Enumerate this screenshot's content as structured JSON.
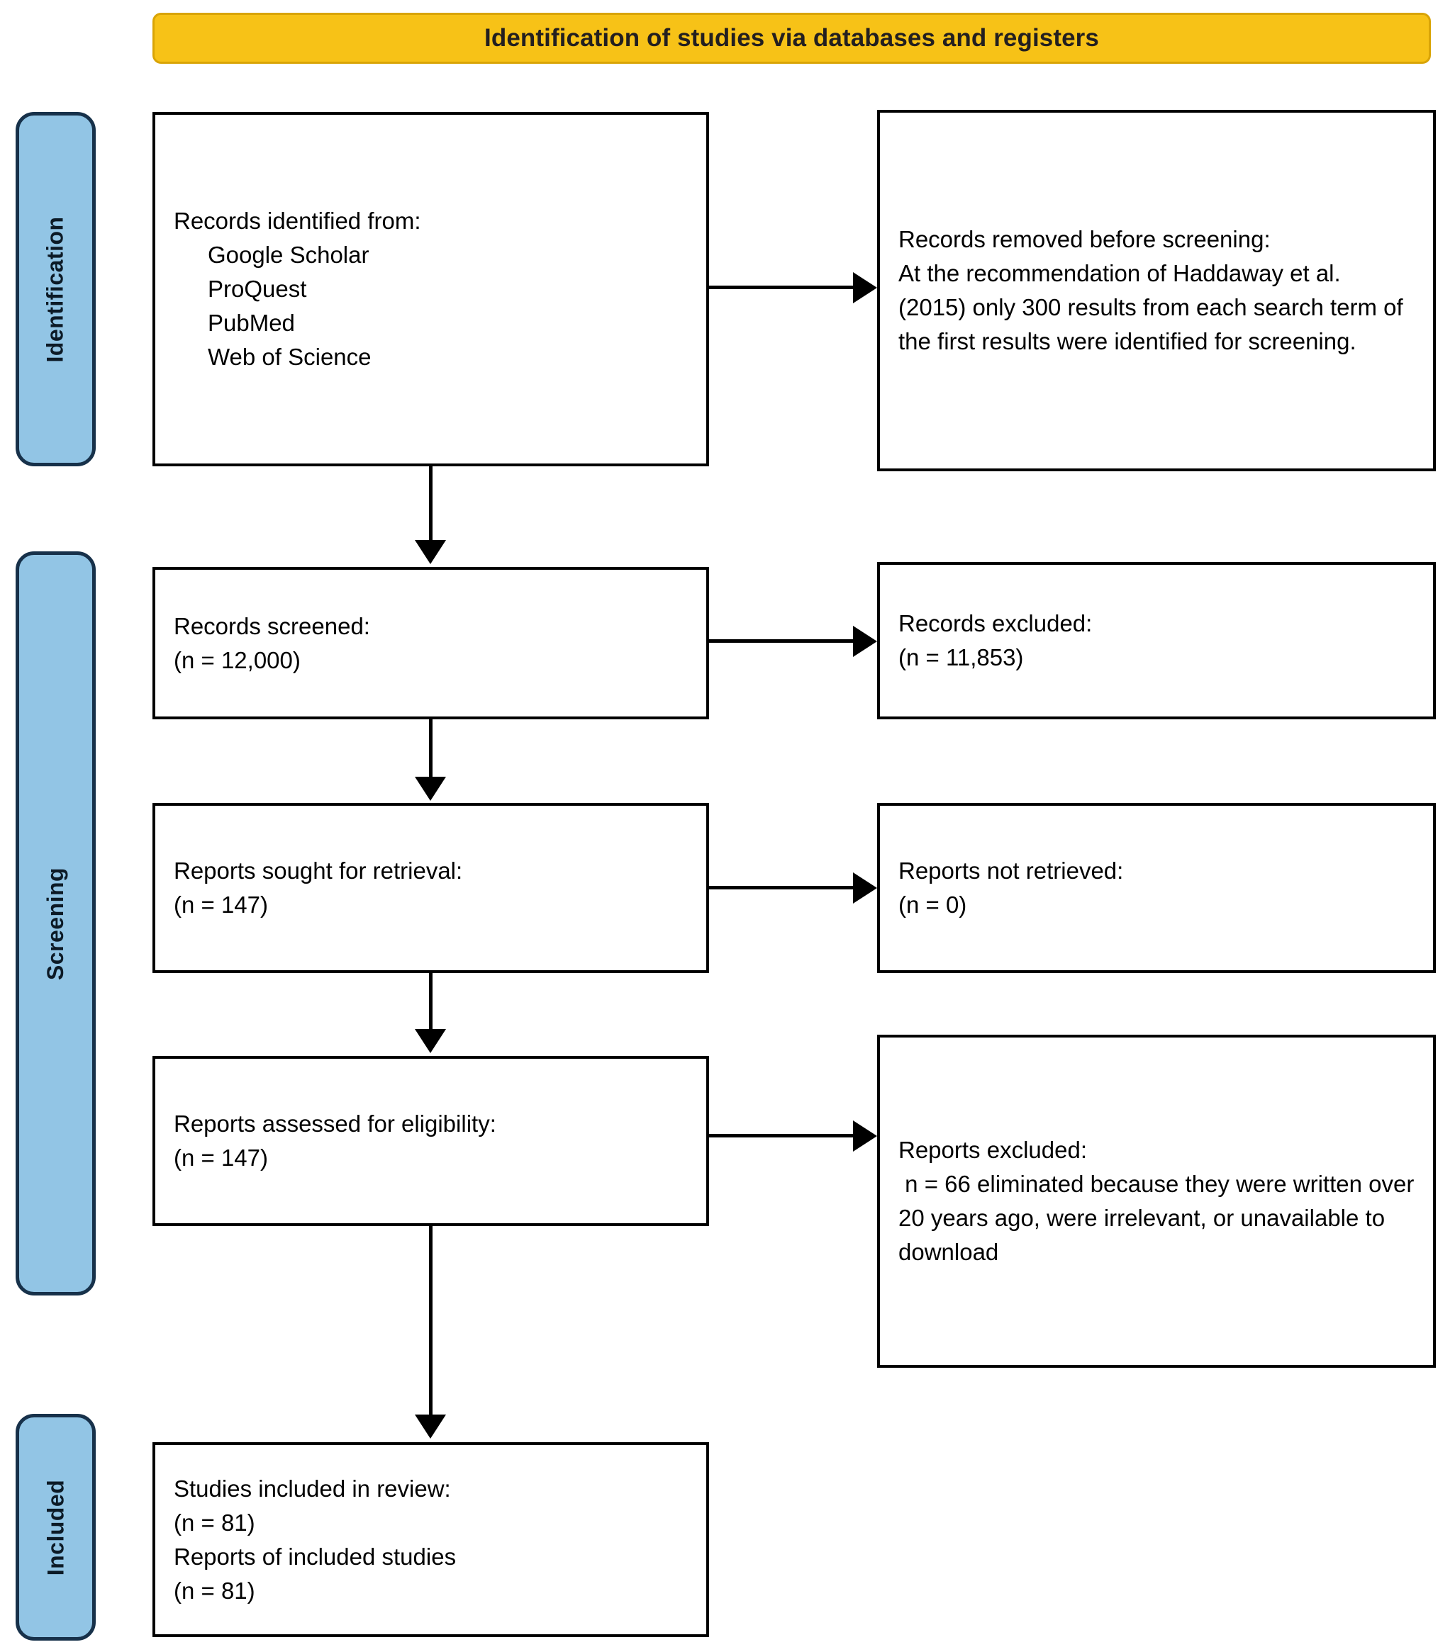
{
  "banner": {
    "title": "Identification of studies via databases and registers",
    "bg_color": "#F7C217",
    "border_color": "#D9A406",
    "text_color": "#231F20"
  },
  "stages": {
    "colors": {
      "fill": "#92C5E5",
      "border": "#17314A"
    },
    "identification": "Identification",
    "screening": "Screening",
    "included": "Included"
  },
  "boxes": {
    "identified": {
      "heading": "Records identified from:",
      "sources": [
        "Google Scholar",
        "ProQuest",
        "PubMed",
        "Web of Science"
      ]
    },
    "removed_before_screening": {
      "heading_plain": "Records removed ",
      "heading_italic": "before screening",
      "heading_colon": ":",
      "body": "At the recommendation of Haddaway et al. (2015) only 300 results from each search term of the first results were identified for screening."
    },
    "records_screened": {
      "label": "Records screened:",
      "count": "(n = 12,000)"
    },
    "records_excluded": {
      "label": "Records excluded:",
      "count": "(n = 11,853)"
    },
    "reports_sought": {
      "label": "Reports sought for retrieval:",
      "count": "(n = 147)"
    },
    "reports_not_retrieved": {
      "label": "Reports not retrieved:",
      "count": "(n = 0)"
    },
    "reports_assessed": {
      "label": "Reports assessed for eligibility:",
      "count": "(n = 147)"
    },
    "reports_excluded": {
      "label": "Reports excluded:",
      "reason": " n = 66 eliminated because they were written over 20 years ago, were irrelevant, or unavailable to download"
    },
    "studies_included": {
      "label_studies": "Studies included in review:",
      "count_studies": "(n = 81)",
      "label_reports": "Reports of included studies",
      "count_reports": "(n = 81)"
    }
  },
  "chart_data": {
    "type": "table",
    "title": "PRISMA 2020 flow diagram for new systematic reviews which included searches of databases and registers only",
    "stages": [
      {
        "stage": "Identification",
        "identified": 12000,
        "databases": [
          "Google Scholar",
          "ProQuest",
          "PubMed",
          "Web of Science"
        ],
        "removed_before_screening_note": "At the recommendation of Haddaway et al. (2015) only 300 results from each search term of the first results were identified for screening."
      },
      {
        "stage": "Screening",
        "records_screened": 12000,
        "records_excluded": 11853,
        "reports_sought_for_retrieval": 147,
        "reports_not_retrieved": 0,
        "reports_assessed_for_eligibility": 147,
        "reports_excluded": 66,
        "reports_excluded_reason": "written over 20 years ago, irrelevant, or unavailable to download"
      },
      {
        "stage": "Included",
        "studies_included_in_review": 81,
        "reports_of_included_studies": 81
      }
    ]
  }
}
